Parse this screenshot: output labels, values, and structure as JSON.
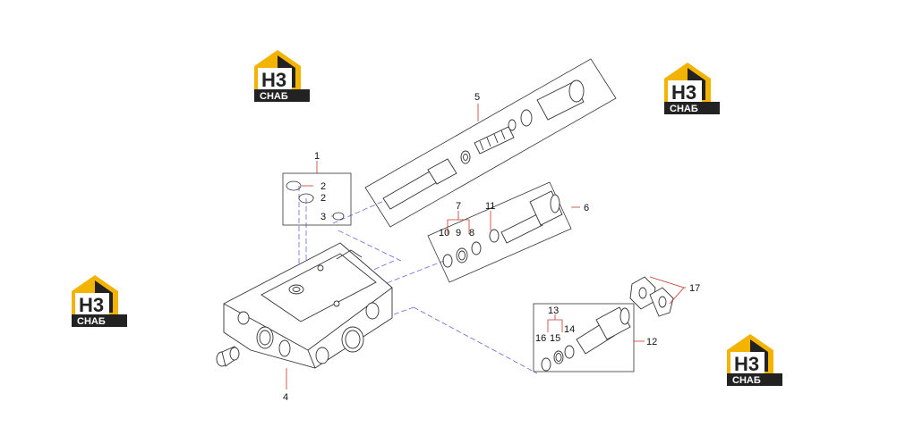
{
  "callouts": {
    "c1": "1",
    "c2a": "2",
    "c2b": "2",
    "c3": "3",
    "c4": "4",
    "c5": "5",
    "c6": "6",
    "c7": "7",
    "c8": "8",
    "c9": "9",
    "c10": "10",
    "c11": "11",
    "c12": "12",
    "c13": "13",
    "c14": "14",
    "c15": "15",
    "c16": "16",
    "c17": "17"
  },
  "watermark": {
    "mark": "H3",
    "text": "СНАБ"
  },
  "colors": {
    "logo_yellow": "#f2b400",
    "logo_dark": "#222222",
    "line": "#333333",
    "leader": "#c0392b",
    "dash": "#6a6ad8"
  }
}
